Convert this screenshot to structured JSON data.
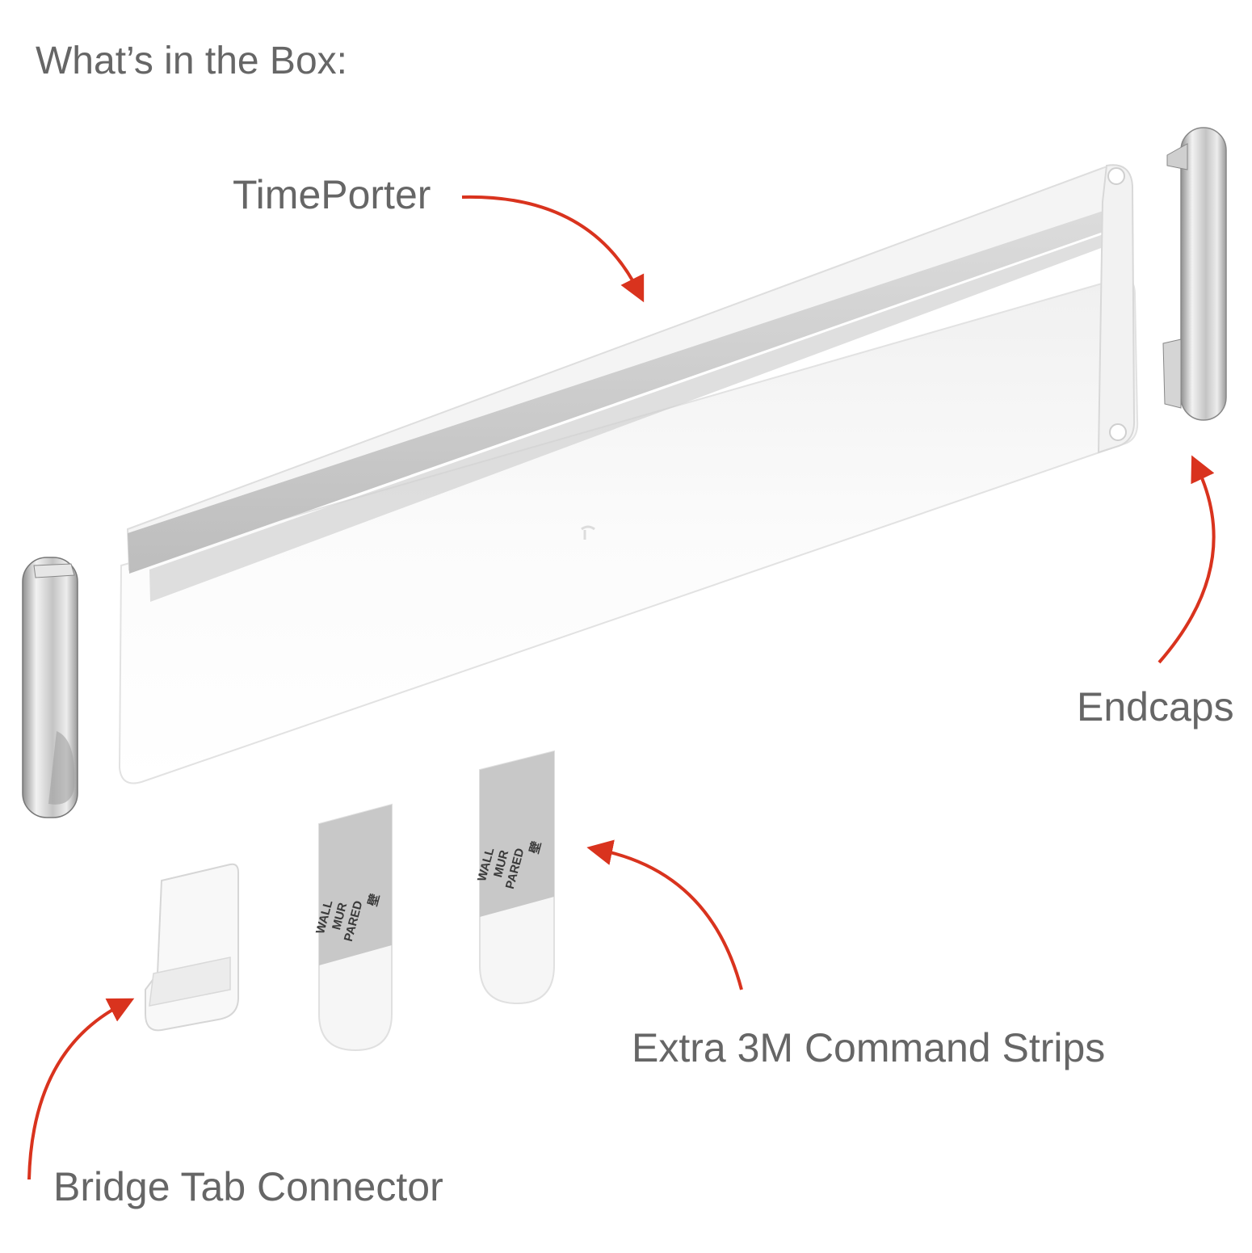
{
  "heading": "What’s in the Box:",
  "labels": {
    "timeporter": "TimePorter",
    "endcaps": "Endcaps",
    "command_strips": "Extra 3M Command Strips",
    "bridge_tab": "Bridge Tab Connector"
  },
  "strip_print": [
    "WALL",
    "MUR",
    "PARED",
    "壁"
  ],
  "colors": {
    "label_text": "#666666",
    "arrow": "#d9331e",
    "rail_white": "#f7f7f7",
    "rail_metal": "#c9c9c9",
    "chrome": "#b5b5b5"
  },
  "icons": [
    "arrow-curved-icon"
  ]
}
